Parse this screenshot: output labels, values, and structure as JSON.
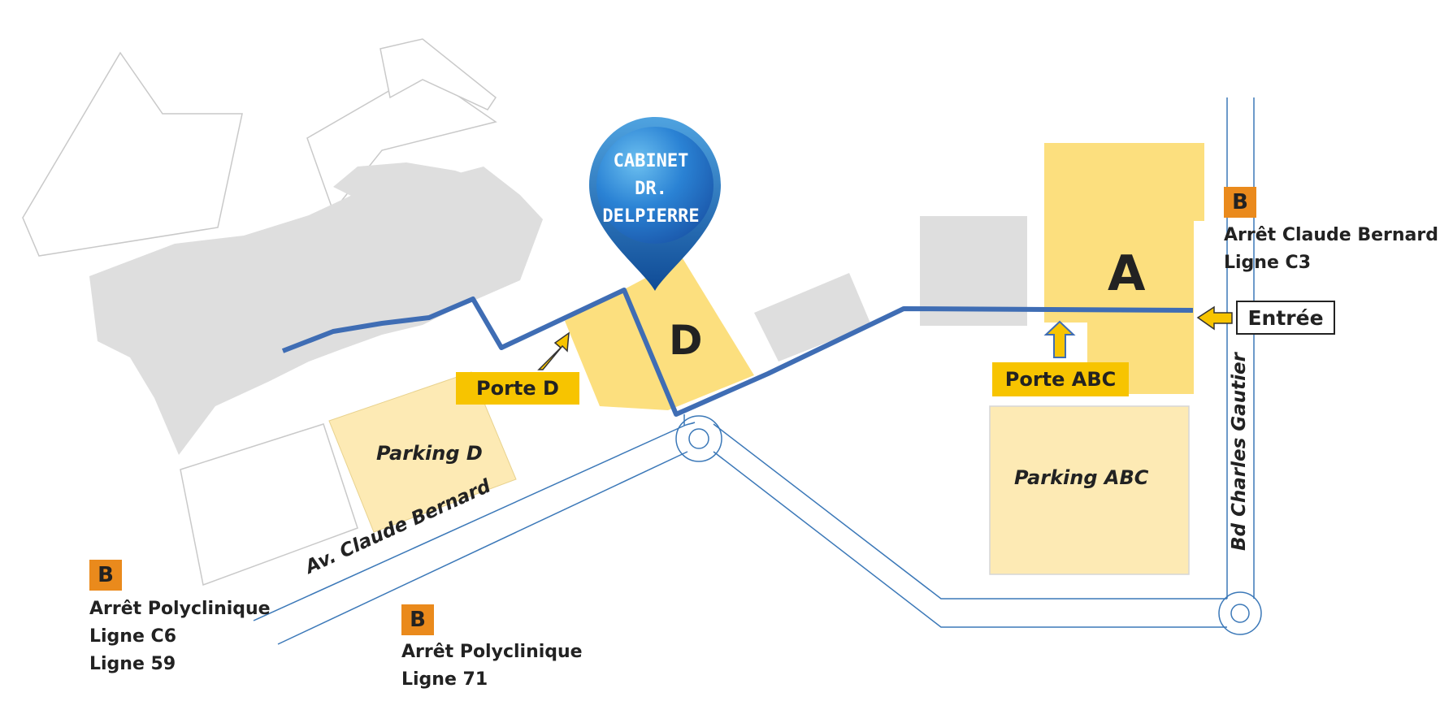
{
  "buildings": {
    "a": "A",
    "d": "D"
  },
  "pin": {
    "line1": "CABINET",
    "line2": "DR.",
    "line3": "DELPIERRE"
  },
  "doors": {
    "d": "Porte D",
    "abc": "Porte ABC"
  },
  "parkings": {
    "d": "Parking D",
    "abc": "Parking ABC"
  },
  "entrance": "Entrée",
  "streets": {
    "claude_bernard": "Av. Claude Bernard",
    "charles_gautier": "Bd Charles Gautier"
  },
  "bus_badge": "B",
  "stops": {
    "claude_bernard": {
      "name": "Arrêt Claude Bernard",
      "lines": [
        "Ligne C3"
      ]
    },
    "polyclinique_left": {
      "name": "Arrêt Polyclinique",
      "lines": [
        "Ligne C6",
        "Ligne 59"
      ]
    },
    "polyclinique_center": {
      "name": "Arrêt Polyclinique",
      "lines": [
        "Ligne 71"
      ]
    }
  },
  "colors": {
    "building_yellow": "#fcdf7e",
    "parking_yellow": "#fdeab4",
    "grey_building": "#dedede",
    "route_blue": "#3f6db4",
    "road_blue": "#3b78b8",
    "door_yellow": "#f7c400",
    "bus_orange": "#ea8a1c",
    "pin_blue": "#2a72c4"
  }
}
